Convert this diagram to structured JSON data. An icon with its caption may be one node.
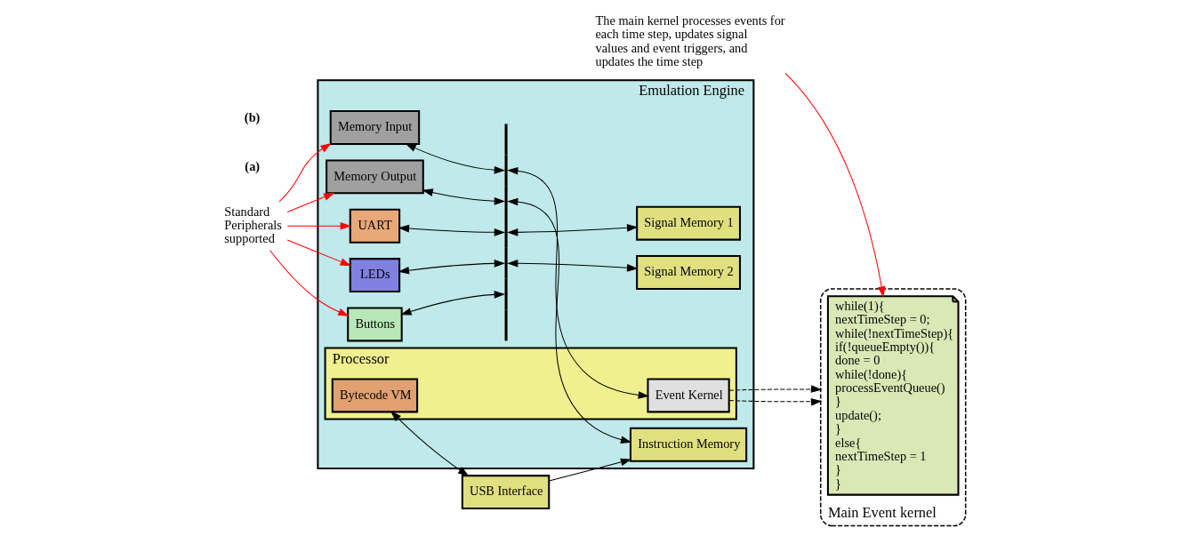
{
  "diagram": {
    "nodes": [
      {
        "text": [
          "Emulation Engine"
        ]
      },
      {
        "text": [
          "Memory Input"
        ],
        "in": 0
      },
      {
        "text": [
          "Memory Output"
        ],
        "in": 0
      },
      {
        "text": [
          "UART"
        ],
        "in": 0
      },
      {
        "text": [
          "LEDs"
        ],
        "in": 0
      },
      {
        "text": [
          "Buttons"
        ],
        "in": 0
      },
      {
        "text": [],
        "shape": "bar",
        "in": 0
      },
      {
        "text": [
          "Processor"
        ],
        "in": 0
      },
      {
        "text": [
          "Event Kernel"
        ],
        "in": 7
      },
      {
        "text": [
          "Bytecode VM"
        ],
        "in": 7
      },
      {
        "text": [
          "Instruction Memory"
        ],
        "in": 0
      },
      {
        "text": [
          "Signal Memory 1"
        ],
        "in": 0
      },
      {
        "text": [
          "Signal Memory 2"
        ],
        "in": 0
      },
      {
        "text": [
          "USB Interface"
        ]
      },
      {
        "text": [
          "Standard Peripherals supported"
        ]
      },
      {
        "text": [
          "Main Event kernel"
        ]
      },
      {
        "text": [
          "while(1){",
          "nextTimeStep = 0;",
          "while(!nextTimeStep){",
          "if(!queueEmpty()){",
          "done = 0",
          "while(!done){",
          "processEventQueue()",
          "}",
          "update();",
          "}",
          "else{",
          "nextTimeStep = 1",
          "}",
          "}"
        ],
        "in": 15
      },
      {
        "text": [
          "The main kernel processes events for each time step, updates signal values and event triggers, and updates the time step"
        ]
      }
    ],
    "edges": [
      {
        "from": 1,
        "to": 6,
        "arrow": "both"
      },
      {
        "from": 2,
        "to": 6,
        "arrow": "both"
      },
      {
        "from": 3,
        "to": 6,
        "arrow": "both"
      },
      {
        "from": 4,
        "to": 6,
        "arrow": "both"
      },
      {
        "from": 5,
        "to": 6,
        "arrow": "both"
      },
      {
        "from": 6,
        "to": 8,
        "arrow": "both"
      },
      {
        "from": 6,
        "to": 10,
        "arrow": "both"
      },
      {
        "from": 6,
        "to": 11,
        "arrow": "both"
      },
      {
        "from": 6,
        "to": 12,
        "arrow": "both"
      },
      {
        "from": 9,
        "to": 13,
        "arrow": "both"
      },
      {
        "from": 13,
        "to": 10,
        "arrow": "to"
      },
      {
        "from": 8,
        "to": 15,
        "arrow": "to",
        "style": "dashed"
      },
      {
        "from": 8,
        "to": 15,
        "arrow": "to",
        "style": "dashed"
      },
      {
        "from": 14,
        "to": 1,
        "arrow": "to",
        "color": "#ff0000"
      },
      {
        "from": 14,
        "to": 2,
        "arrow": "to",
        "color": "#ff0000"
      },
      {
        "from": 14,
        "to": 3,
        "arrow": "to",
        "color": "#ff0000"
      },
      {
        "from": 14,
        "to": 4,
        "arrow": "to",
        "color": "#ff0000"
      },
      {
        "from": 14,
        "to": 5,
        "arrow": "to",
        "color": "#ff0000"
      },
      {
        "from": 17,
        "to": 16,
        "arrow": "to",
        "color": "#ff0000"
      }
    ],
    "labels": [
      "(a)",
      "(b)"
    ]
  }
}
